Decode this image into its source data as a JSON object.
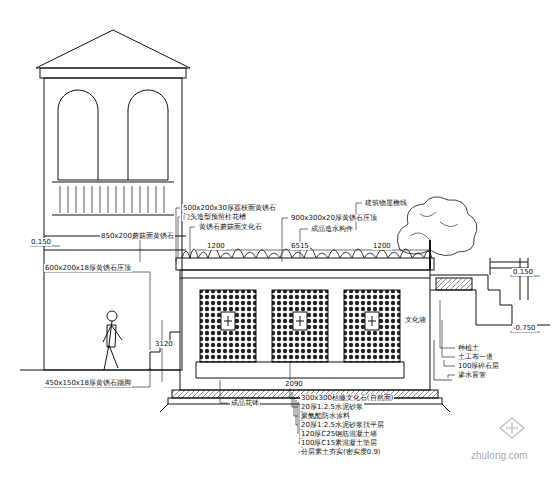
{
  "diagram": {
    "labels": [
      "500x200x30厚荔枝面黄锈石",
      "门头造型预留柱花槽",
      "黄锈石蘑菇面文化石",
      "850x200蘑菇面黄锈石",
      "900x300x20厚黄锈石压顶",
      "建筑物屋檐线",
      "成品造水构件",
      "0.150",
      "1200",
      "6515",
      "1200",
      "600x200x18厚黄锈石压顶",
      "3120",
      "450x150x18厚黄锈石踢脚",
      "成品花钵",
      "300x300枯藤文化石(自然面)",
      "20厚1:2.5水泥砂浆",
      "聚氨酯防水涂料",
      "20厚1:2.5水泥砂浆找平层",
      "120厚C25钢筋混凝土墙",
      "100厚C15素混凝土垫层",
      "分层素土夯实(密实度0.9)",
      "0.150",
      "-0.750",
      "种植土",
      "土工布一道",
      "100厚碎石层",
      "渗水盲管",
      "文化墙",
      "2090",
      "zhulong.com"
    ]
  }
}
